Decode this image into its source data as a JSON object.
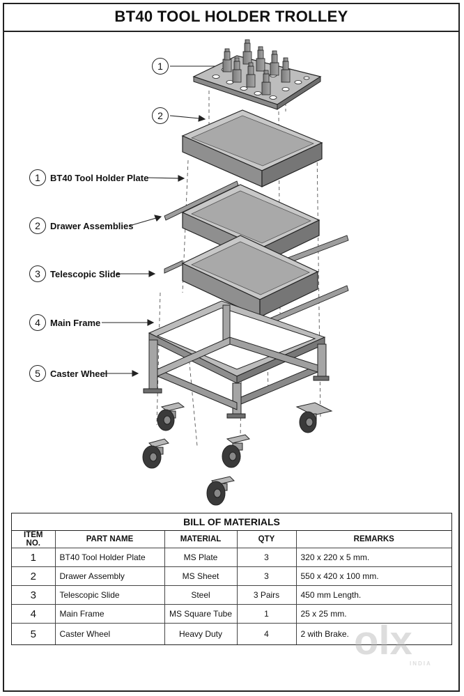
{
  "title": "BT40 TOOL HOLDER TROLLEY",
  "callouts": [
    {
      "num": "1",
      "label": ""
    },
    {
      "num": "2",
      "label": ""
    },
    {
      "num": "1",
      "label": "BT40 Tool Holder Plate"
    },
    {
      "num": "2",
      "label": "Drawer Assemblies"
    },
    {
      "num": "3",
      "label": "Telescopic Slide"
    },
    {
      "num": "4",
      "label": "Main Frame"
    },
    {
      "num": "5",
      "label": "Caster Wheel"
    }
  ],
  "bom": {
    "title": "BILL OF MATERIALS",
    "headers": [
      "ITEM NO.",
      "PART NAME",
      "MATERIAL",
      "QTY",
      "REMARKS"
    ],
    "rows": [
      [
        "1",
        "BT40 Tool Holder Plate",
        "MS Plate",
        "3",
        "320 x 220 x 5 mm."
      ],
      [
        "2",
        "Drawer Assembly",
        "MS Sheet",
        "3",
        "550 x 420 x 100 mm."
      ],
      [
        "3",
        "Telescopic Slide",
        "Steel",
        "3 Pairs",
        "450 mm Length."
      ],
      [
        "4",
        "Main Frame",
        "MS Square Tube",
        "1",
        "25 x 25 mm."
      ],
      [
        "5",
        "Caster Wheel",
        "Heavy Duty",
        "4",
        "2 with Brake."
      ]
    ]
  },
  "watermark": {
    "brand": "olx",
    "region": "INDIA"
  },
  "colors": {
    "line": "#222222",
    "metal": "#9a9a9a",
    "metal_dark": "#6e6e6e",
    "metal_light": "#cfcfcf"
  }
}
